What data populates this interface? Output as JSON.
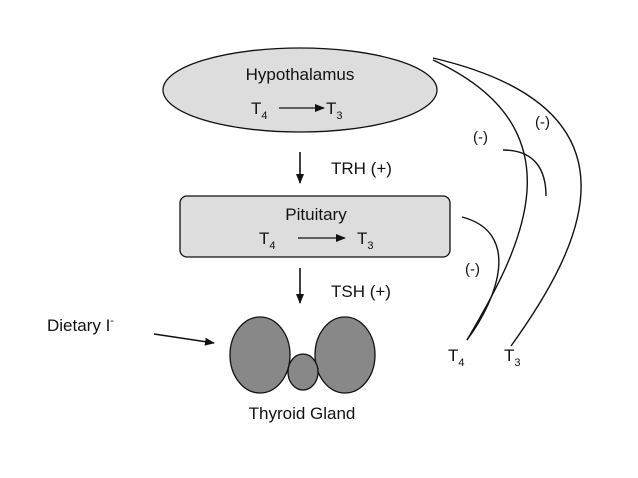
{
  "hypothalamus": {
    "label": "Hypothalamus",
    "from": {
      "base": "T",
      "sub": "4"
    },
    "to": {
      "base": "T",
      "sub": "3"
    }
  },
  "trh": {
    "label": "TRH (+)"
  },
  "pituitary": {
    "label": "Pituitary",
    "from": {
      "base": "T",
      "sub": "4"
    },
    "to": {
      "base": "T",
      "sub": "3"
    }
  },
  "tsh": {
    "label": "TSH (+)"
  },
  "dietary": {
    "label": "Dietary I",
    "sup": "-"
  },
  "thyroid": {
    "label": "Thyroid Gland"
  },
  "feedback": {
    "inhibit_label": "(-)",
    "t4": {
      "base": "T",
      "sub": "4"
    },
    "t3": {
      "base": "T",
      "sub": "3"
    }
  },
  "colors": {
    "node_fill": "#dddddd",
    "gland_fill": "#888888",
    "stroke": "#111111"
  }
}
